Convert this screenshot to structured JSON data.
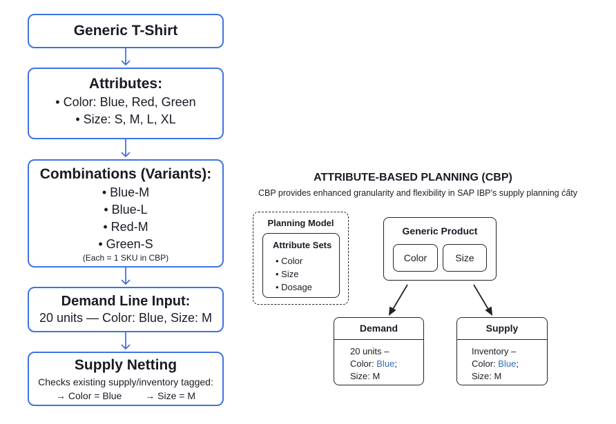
{
  "flow": {
    "generic": {
      "title": "Generic T-Shirt"
    },
    "attributes": {
      "title": "Attributes:",
      "items": [
        "• Color: Blue, Red, Green",
        "• Size: S, M, L, XL"
      ]
    },
    "combinations": {
      "title": "Combinations (Variants):",
      "items": [
        "• Blue-M",
        "• Blue-L",
        "• Red-M",
        "• Green-S"
      ],
      "note": "(Each = 1 SKU in CBP)"
    },
    "demand_input": {
      "title": "Demand Line Input:",
      "text": "20 units — Color: Blue, Size: M"
    },
    "supply_netting": {
      "title": "Supply Netting",
      "text": "Checks existing supply/inventory tagged:",
      "tag1": "→ Color = Blue",
      "tag2": "→ Size = M"
    }
  },
  "cbp": {
    "title": "ATTRIBUTE-BASED PLANNING (CBP)",
    "subtitle": "CBP provides enhanced granularity and flexibility in SAP IBP’s supply planning ćấty",
    "planning_model": {
      "title": "Planning Model",
      "attribute_sets": {
        "title": "Attribute Sets",
        "items": [
          "• Color",
          "• Size",
          "• Dosage"
        ]
      }
    },
    "generic_product": {
      "title": "Generic Product",
      "attrs": [
        "Color",
        "Size"
      ]
    },
    "demand": {
      "title": "Demand",
      "line1": "20 units –",
      "color_label": "Color: ",
      "color_value": "Blue",
      "color_end": ";",
      "size": "Size: M"
    },
    "supply": {
      "title": "Supply",
      "line1": "Inventory –",
      "color_label": "Color: ",
      "color_value": "Blue",
      "color_end": ";",
      "size": "Size: M"
    }
  },
  "colors": {
    "flow_border": "#3d72e3",
    "blue_text": "#2f6db5"
  }
}
